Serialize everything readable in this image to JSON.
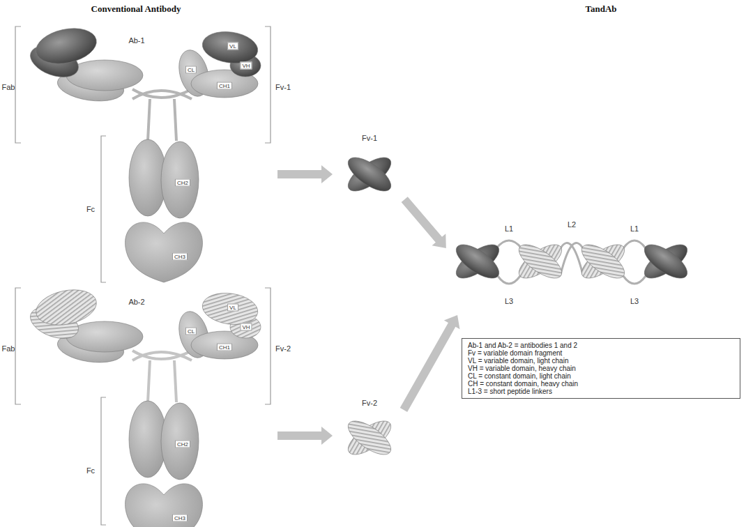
{
  "diagram": {
    "nodes": [
      {
        "text": [
          "Ab-1"
        ]
      },
      {
        "text": [
          "Fv-1"
        ]
      },
      {
        "text": [
          "L1",
          "L2",
          "L1",
          "L3",
          "L3"
        ]
      },
      {
        "text": [
          "Ab-2"
        ]
      },
      {
        "text": [
          "Fv-2"
        ]
      },
      {
        "text": [
          "Ab-1 and Ab-2 = antibodies 1 and 2",
          "Fv = variable domain fragment",
          "VL = variable domain, light chain",
          "VH = variable domain, heavy chain",
          "CL = constant domain, light chain",
          "CH = constant domain, heavy chain",
          "L1-3 = short peptide linkers"
        ]
      }
    ],
    "edges": [
      {
        "from": 0,
        "to": 1,
        "arrow": "to"
      },
      {
        "from": 1,
        "to": 2,
        "arrow": "to"
      },
      {
        "from": 3,
        "to": 4,
        "arrow": "to"
      },
      {
        "from": 4,
        "to": 2,
        "arrow": "to"
      }
    ],
    "labels": [
      "Conventional Antibody",
      "TandAb",
      "Fab",
      "VL",
      "VH",
      "CL",
      "CH1",
      "Fv-1",
      "Fc",
      "CH2",
      "CH3",
      "Fab",
      "VL",
      "VH",
      "CL",
      "CH1",
      "Fv-2",
      "Fc",
      "CH2",
      "CH3"
    ]
  }
}
